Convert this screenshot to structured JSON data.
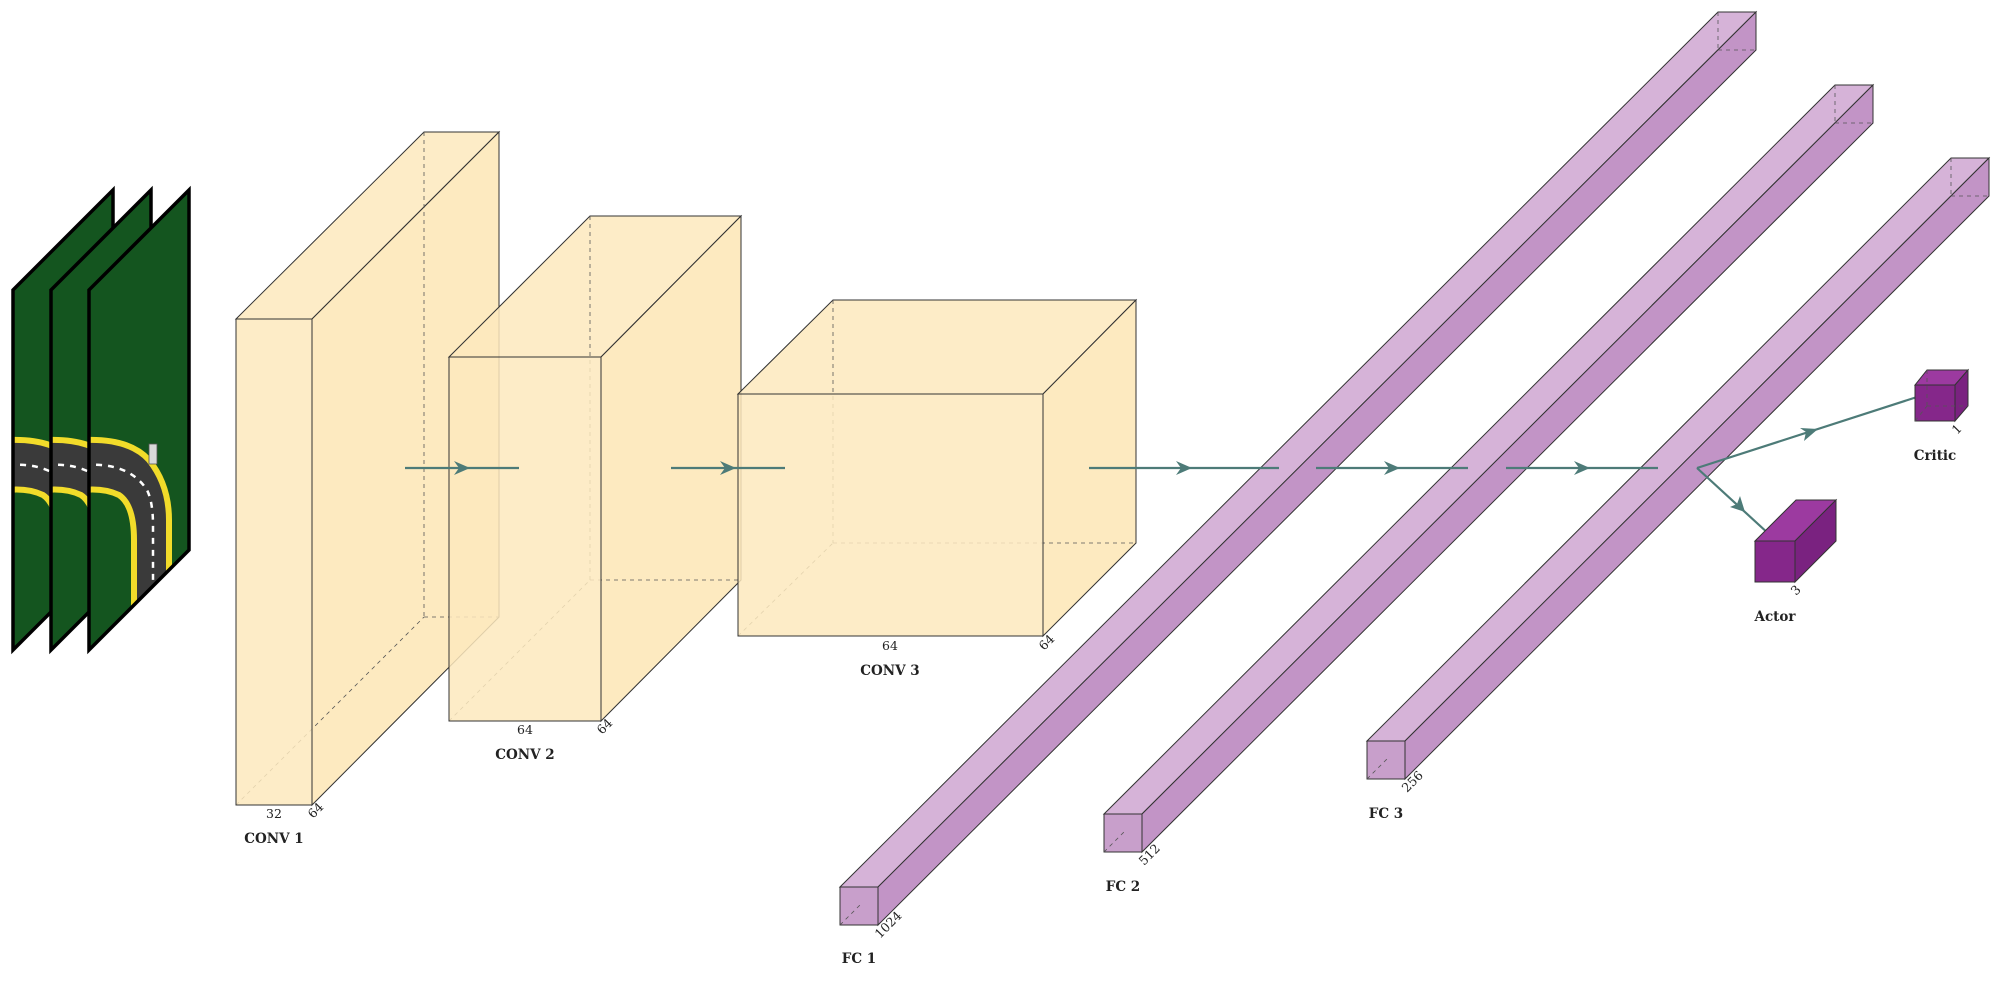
{
  "layers": {
    "conv1": {
      "label": "CONV 1",
      "width_dim": "32",
      "depth_dim": "64"
    },
    "conv2": {
      "label": "CONV 2",
      "width_dim": "64",
      "depth_dim": "64"
    },
    "conv3": {
      "label": "CONV 3",
      "width_dim": "64",
      "depth_dim": "64"
    },
    "fc1": {
      "label": "FC 1",
      "dim": "1024"
    },
    "fc2": {
      "label": "FC 2",
      "dim": "512"
    },
    "fc3": {
      "label": "FC 3",
      "dim": "256"
    },
    "actor": {
      "label": "Actor",
      "dim": "3"
    },
    "critic": {
      "label": "Critic",
      "dim": "1"
    }
  },
  "colors": {
    "conv": "#fde9bd",
    "fc": "#c89fcb",
    "output": "#85278a",
    "connection": "#4d7b78",
    "input_background": "#14551f",
    "road": "#3c3c3c",
    "road_edge": "#f2dc2a"
  },
  "input": {
    "frames": 3,
    "icon": "road-frame-icon"
  }
}
